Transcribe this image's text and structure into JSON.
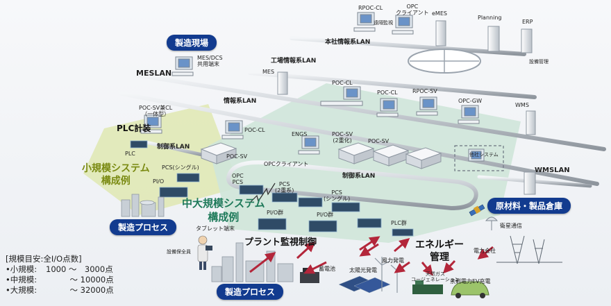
{
  "sections": {
    "factory_floor": "製造現場",
    "manufacturing_process_left": "製造プロセス",
    "manufacturing_process_bottom": "製造プロセス",
    "warehouse": "原材料・製品倉庫"
  },
  "headings": {
    "plc_instrumentation": "PLC計装",
    "small_system_line1": "小規模システム",
    "small_system_line2": "構成例",
    "midlarge_system_line1": "中大規模システム",
    "midlarge_system_line2": "構成例",
    "plant_monitoring": "プラント監視制御",
    "energy_line1": "エネルギー",
    "energy_line2": "管理"
  },
  "networks": {
    "head_office_lan": "本社情報系LAN",
    "factory_info_lan": "工場情報系LAN",
    "mes_lan": "MESLAN",
    "info_lan": "情報系LAN",
    "control_lan_small": "制御系LAN",
    "control_lan_main": "制御系LAN",
    "wms_lan": "WMSLAN"
  },
  "nodes": {
    "rpoc_cl": "RPOC-CL",
    "remote_monitoring": "遠隔監視",
    "opc_client_top_line1": "OPC",
    "opc_client_top_line2": "クライアント",
    "emes": "eMES",
    "planning": "Planning",
    "erp": "ERP",
    "equipment_mgmt": "設備管理",
    "mes_dcs_line1": "MES/DCS",
    "mes_dcs_line2": "共用端末",
    "mes": "MES",
    "poc_cl_1": "POC-CL",
    "poc_cl_2": "POC-CL",
    "rpoc_sv": "RPOC-SV",
    "opc_gw": "OPC-GW",
    "wms": "WMS",
    "poc_sv_cl_line1": "POC-SV兼CL",
    "poc_sv_cl_line2": "（一体型）",
    "poc_cl_small": "POC-CL",
    "plc_small": "PLC",
    "poc_sv_small": "POC-SV",
    "engs": "ENGS",
    "poc_sv_redundant_line1": "POC-SV",
    "poc_sv_redundant_line2": "(2重化)",
    "poc_sv_main": "POC-SV",
    "other_system": "他社システム",
    "opc_client_main": "OPCクライアント",
    "pcs_single_small": "PCS(シングル)",
    "io_small": "PI/O",
    "opc_pcs_line1": "OPC",
    "opc_pcs_line2": "PCS",
    "pcs_dual_line1": "PCS",
    "pcs_dual_line2": "(2重系)",
    "pcs_single_main_line1": "PCS",
    "pcs_single_main_line2": "(シングル)",
    "io_group_1": "PI/O群",
    "io_group_2": "PI/O群",
    "plc_group": "PLC群",
    "tablet": "タブレット端末",
    "maintenance_staff": "設備保全員",
    "satellite": "衛星通信",
    "power_company": "電力会社",
    "storage_battery": "蓄電池",
    "solar": "太陽光発電",
    "wind": "風力発電",
    "gas_cogen_line1": "天然ガス",
    "gas_cogen_line2": "コージェネレーション",
    "surplus_ev": "余剰電力EV充電"
  },
  "legend": {
    "title": "[規模目安:全I/O点数]",
    "rows": [
      {
        "key": "•小規模:",
        "value": "1000 ～　3000点"
      },
      {
        "key": "•中規模:",
        "value": "　　　～ 10000点"
      },
      {
        "key": "•大規模:",
        "value": "　　　～ 32000点"
      }
    ]
  },
  "colors": {
    "section_badge": "#123b8f",
    "small_zone": "#dfe8b2",
    "main_zone": "#cfe6d9",
    "lan_cable": "#9aa3ad",
    "energy_arrow": "#b3263a",
    "small_heading": "#7a8a12",
    "main_heading": "#1f7a5a"
  }
}
